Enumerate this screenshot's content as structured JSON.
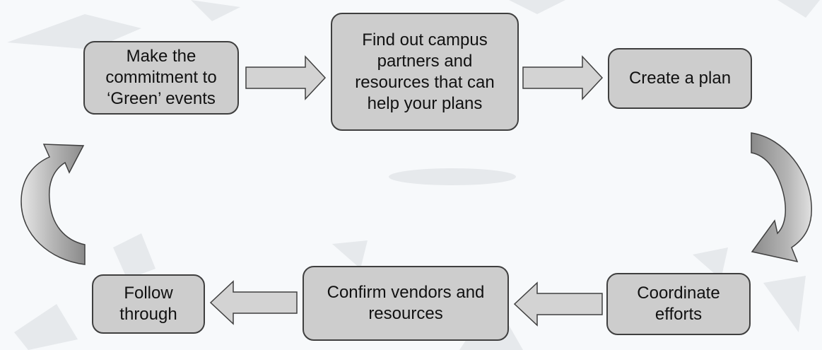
{
  "diagram": {
    "steps": [
      {
        "id": "commitment",
        "label": "Make the\ncommitment to\n‘Green’ events"
      },
      {
        "id": "partners",
        "label": "Find out campus\npartners and\nresources that can\nhelp your plans"
      },
      {
        "id": "plan",
        "label": "Create a plan"
      },
      {
        "id": "coordinate",
        "label": "Coordinate\nefforts"
      },
      {
        "id": "vendors",
        "label": "Confirm vendors and\nresources"
      },
      {
        "id": "follow",
        "label": "Follow\nthrough"
      }
    ],
    "colors": {
      "box_fill": "#cdcdcd",
      "box_border": "#3f3f3f",
      "arrow_fill": "#d3d3d3",
      "curved_arrow_dark": "#8a8a8a",
      "background": "#f7f9fb"
    }
  }
}
